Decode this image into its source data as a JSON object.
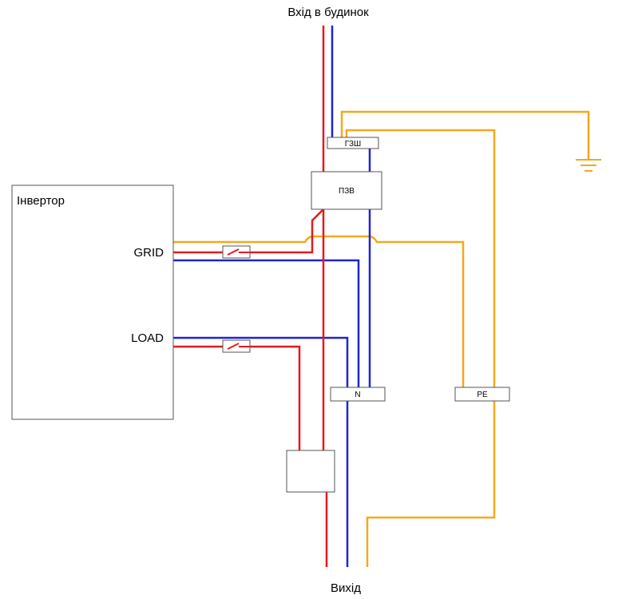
{
  "labels": {
    "input": "Вхід в будинок",
    "output": "Вихід",
    "inverter": "Інвертор",
    "grid": "GRID",
    "load": "LOAD",
    "gzsh": "ГЗШ",
    "pzv": "ПЗВ",
    "neutral_bus": "N",
    "pe_bus": "PE"
  },
  "colors": {
    "phase": "#e8191b",
    "neutral": "#1f24d0",
    "earth": "#f5a81c",
    "outline": "#555555"
  },
  "icons": {
    "ground": "ground-icon",
    "breaker": "breaker-icon",
    "transfer_switch": "transfer-switch-icon"
  }
}
